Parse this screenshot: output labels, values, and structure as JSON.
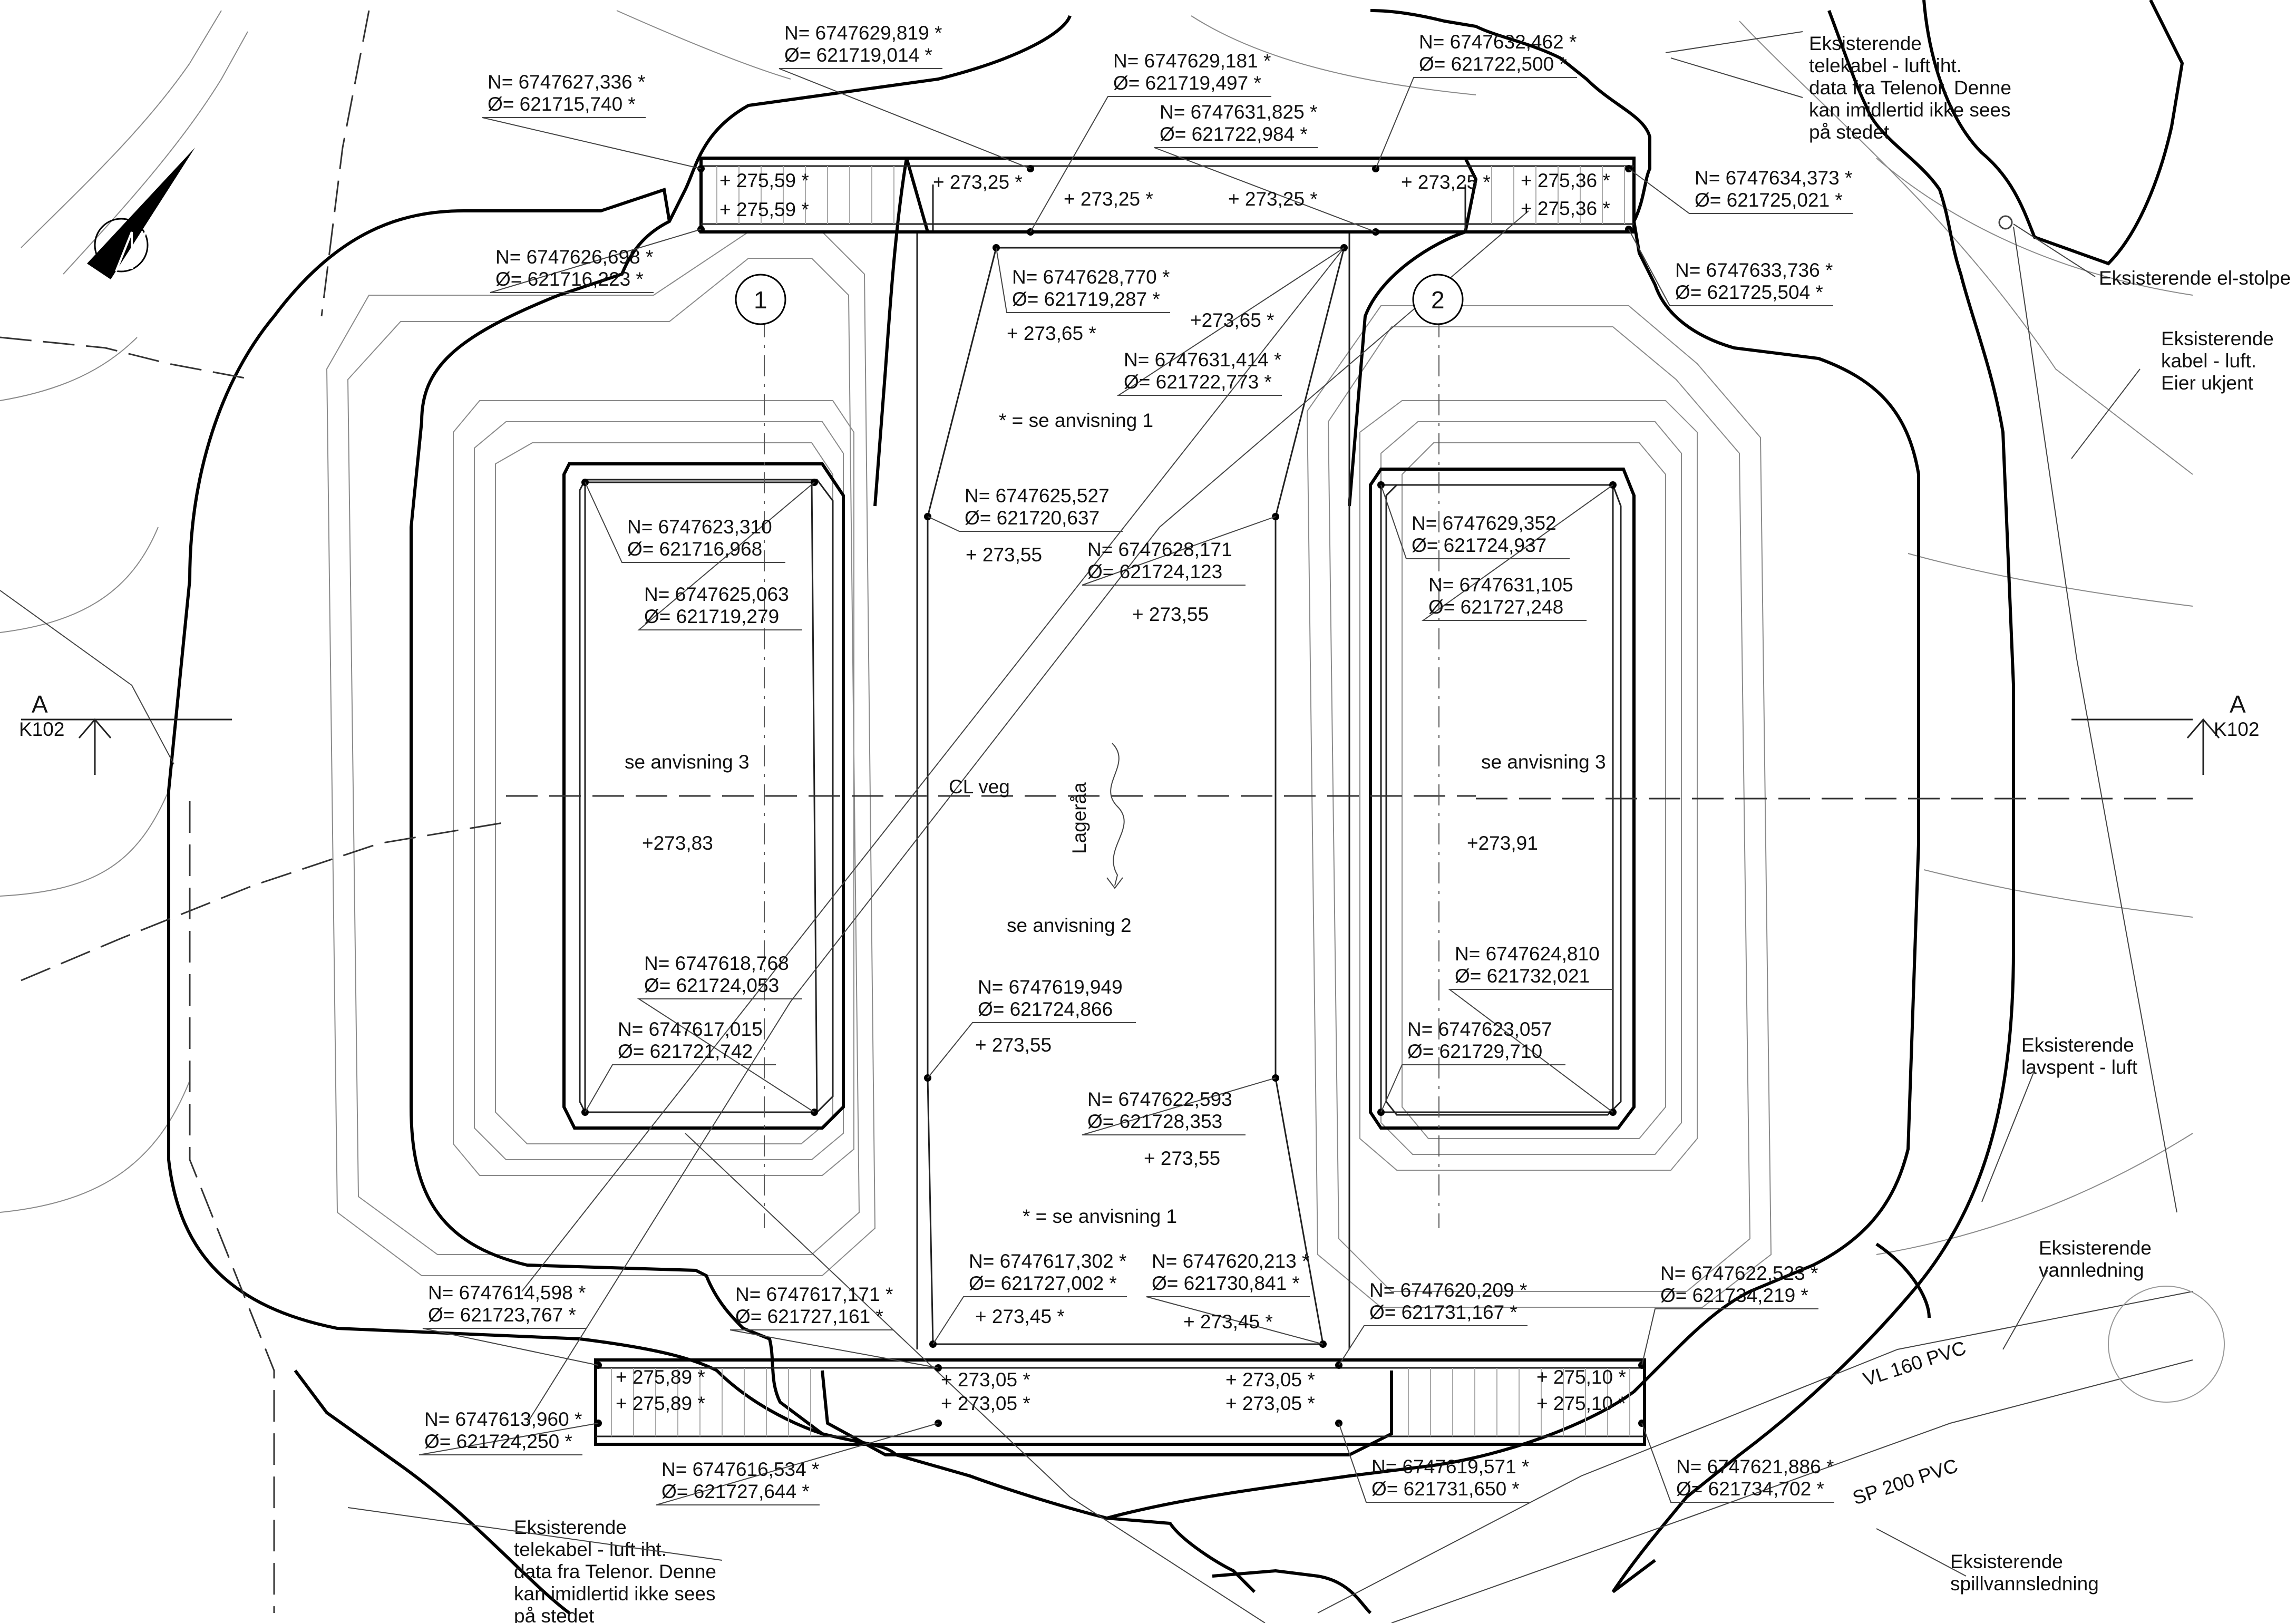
{
  "sections": {
    "left_letter": "A",
    "left_ref": "K102",
    "right_letter": "A",
    "right_ref": "K102"
  },
  "markers": {
    "one": "1",
    "two": "2"
  },
  "road_label": "CL veg",
  "river_label": "Lageråa",
  "notes": {
    "see1_top": "* = se anvisning 1",
    "see1_bottom": "* = se anvisning 1",
    "see2": "se anvisning 2",
    "see3_left": "se anvisning 3",
    "see3_right": "se anvisning 3"
  },
  "pads": {
    "left_level": "+273,83",
    "right_level": "+273,91"
  },
  "coords": [
    {
      "n": "N= 6747627,336 *",
      "e": "Ø= 621715,740 *"
    },
    {
      "n": "N= 6747629,819 *",
      "e": "Ø= 621719,014 *"
    },
    {
      "n": "N= 6747629,181 *",
      "e": "Ø= 621719,497 *"
    },
    {
      "n": "N= 6747631,825 *",
      "e": "Ø= 621722,984 *"
    },
    {
      "n": "N= 6747632,462 *",
      "e": "Ø= 621722,500 *"
    },
    {
      "n": "N= 6747634,373 *",
      "e": "Ø= 621725,021 *"
    },
    {
      "n": "N= 6747626,698 *",
      "e": "Ø= 621716,223 *"
    },
    {
      "n": "N= 6747628,770 *",
      "e": "Ø= 621719,287 *"
    },
    {
      "n": "N= 6747633,736 *",
      "e": "Ø= 621725,504 *"
    },
    {
      "n": "N= 6747631,414 *",
      "e": "Ø= 621722,773 *"
    },
    {
      "n": "N= 6747623,310",
      "e": "Ø= 621716,968"
    },
    {
      "n": "N= 6747625,527",
      "e": "Ø= 621720,637"
    },
    {
      "n": "N= 6747629,352",
      "e": "Ø= 621724,937"
    },
    {
      "n": "N= 6747625,063",
      "e": "Ø= 621719,279"
    },
    {
      "n": "N= 6747628,171",
      "e": "Ø= 621724,123"
    },
    {
      "n": "N= 6747631,105",
      "e": "Ø= 621727,248"
    },
    {
      "n": "N= 6747618,768",
      "e": "Ø= 621724,053"
    },
    {
      "n": "N= 6747619,949",
      "e": "Ø= 621724,866"
    },
    {
      "n": "N= 6747624,810",
      "e": "Ø= 621732,021"
    },
    {
      "n": "N= 6747617,015",
      "e": "Ø= 621721,742"
    },
    {
      "n": "N= 6747623,057",
      "e": "Ø= 621729,710"
    },
    {
      "n": "N= 6747622,593",
      "e": "Ø= 621728,353"
    },
    {
      "n": "N= 6747617,302 *",
      "e": "Ø= 621727,002 *"
    },
    {
      "n": "N= 6747620,213 *",
      "e": "Ø= 621730,841 *"
    },
    {
      "n": "N= 6747614,598 *",
      "e": "Ø= 621723,767 *"
    },
    {
      "n": "N= 6747617,171 *",
      "e": "Ø= 621727,161 *"
    },
    {
      "n": "N= 6747620,209 *",
      "e": "Ø= 621731,167 *"
    },
    {
      "n": "N= 6747622,523 *",
      "e": "Ø= 621734,219 *"
    },
    {
      "n": "N= 6747613,960 *",
      "e": "Ø= 621724,250 *"
    },
    {
      "n": "N= 6747616,534 *",
      "e": "Ø= 621727,644 *"
    },
    {
      "n": "N= 6747619,571 *",
      "e": "Ø= 621731,650 *"
    },
    {
      "n": "N= 6747621,886 *",
      "e": "Ø= 621734,702 *"
    }
  ],
  "elevations": [
    "+ 275,59 *",
    "+ 275,59 *",
    "+ 273,25 *",
    "+ 273,25 *",
    "+ 273,25 *",
    "+ 273,25 *",
    "+ 275,36 *",
    "+ 275,36 *",
    "+ 273,65 *",
    "+273,65 *",
    "+ 273,55",
    "+ 273,55",
    "+ 273,55",
    "+ 273,55",
    "+ 273,45 *",
    "+ 273,45 *",
    "+ 275,89 *",
    "+ 275,89 *",
    "+ 273,05 *",
    "+ 273,05 *",
    "+ 273,05 *",
    "+ 273,05 *",
    "+ 275,10 *",
    "+ 275,10 *"
  ],
  "callouts": {
    "telekabel_top": [
      "Eksisterende",
      "telekabel - luft iht.",
      "data fra Telenor. Denne",
      "kan imidlertid ikke sees",
      "på stedet"
    ],
    "elstolpe": [
      "Eksisterende el-stolpe"
    ],
    "kabel_luft": [
      "Eksisterende",
      "kabel - luft.",
      "Eier ukjent"
    ],
    "lavspent": [
      "Eksisterende",
      "lavspent - luft"
    ],
    "vannledning": [
      "Eksisterende",
      "vannledning"
    ],
    "vl_pipe": [
      "VL 160 PVC"
    ],
    "sp_pipe": [
      "SP 200 PVC"
    ],
    "spillvann": [
      "Eksisterende",
      "spillvannsledning"
    ],
    "telekabel_bottom": [
      "Eksisterende",
      "telekabel - luft iht.",
      "data fra Telenor. Denne",
      "kan imidlertid ikke sees",
      "på stedet"
    ]
  }
}
